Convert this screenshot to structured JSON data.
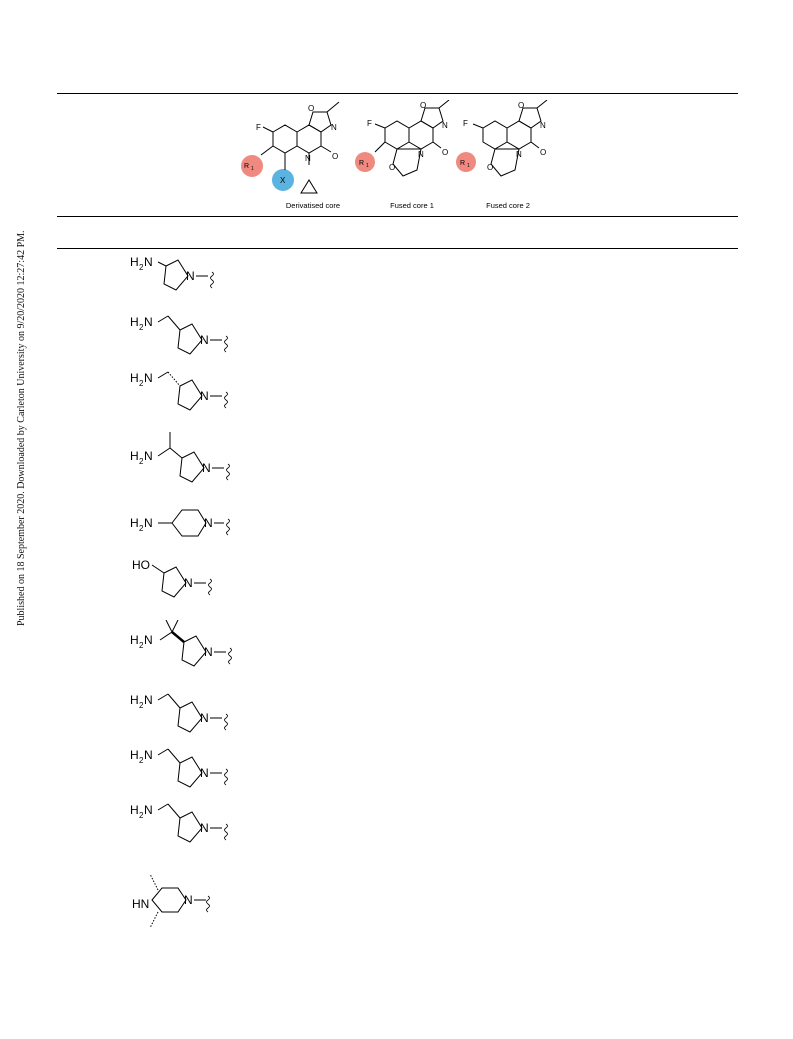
{
  "side_note": "Published on 18 September 2020. Downloaded by Carleton University on 9/20/2020 12:27:42 PM.",
  "header": {
    "cores": [
      {
        "label": "Derivatised core"
      },
      {
        "label": "Fused core 1"
      },
      {
        "label": "Fused core 2"
      }
    ],
    "atom_labels": {
      "F": "F",
      "N": "N",
      "O": "O",
      "X": "X",
      "R1": "R",
      "R1_sub": "1"
    }
  },
  "rows": [
    {
      "group": "H2N",
      "label": "H",
      "sub": "2",
      "tail": "N",
      "ring": "pyrrolidin-3-yl-amine"
    },
    {
      "group": "H2N",
      "label": "H",
      "sub": "2",
      "tail": "N",
      "ring": "aminomethyl-pyrrolidine"
    },
    {
      "group": "H2N",
      "label": "H",
      "sub": "2",
      "tail": "N",
      "ring": "aminomethyl-pyrrolidine-stereo"
    },
    {
      "group": "H2N",
      "label": "H",
      "sub": "2",
      "tail": "N",
      "ring": "aminoethyl-pyrrolidine"
    },
    {
      "group": "H2N",
      "label": "H",
      "sub": "2",
      "tail": "N",
      "ring": "aminopiperidine"
    },
    {
      "group": "HO",
      "label": "HO",
      "sub": "",
      "tail": "N",
      "ring": "hydroxypyrrolidine"
    },
    {
      "group": "H2N",
      "label": "H",
      "sub": "2",
      "tail": "N",
      "ring": "aminoisopropyl-pyrrolidine"
    },
    {
      "group": "H2N",
      "label": "H",
      "sub": "2",
      "tail": "N",
      "ring": "aminomethyl-pyrrolidine"
    },
    {
      "group": "H2N",
      "label": "H",
      "sub": "2",
      "tail": "N",
      "ring": "aminomethyl-pyrrolidine"
    },
    {
      "group": "H2N",
      "label": "H",
      "sub": "2",
      "tail": "N",
      "ring": "aminomethyl-pyrrolidine"
    },
    {
      "group": "HN",
      "label": "HN",
      "sub": "",
      "tail": "N",
      "ring": "dimethylpiperazine"
    }
  ],
  "colors": {
    "r1_highlight": "#f08a80",
    "x_highlight": "#5bb3e0"
  }
}
